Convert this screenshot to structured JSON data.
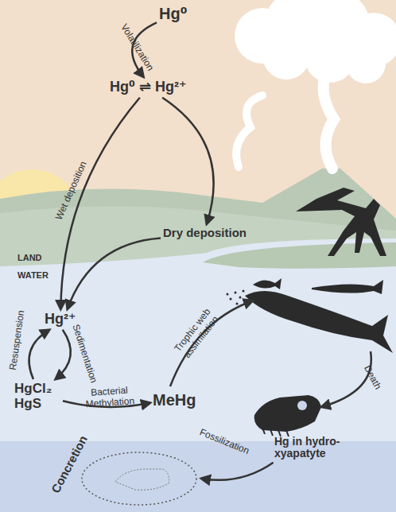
{
  "diagram": {
    "nodes": [
      {
        "text": [
          "Hg⁰"
        ]
      },
      {
        "text": [
          "Hg⁰ ⇌ Hg²⁺"
        ]
      },
      {
        "text": [
          "Dry deposition"
        ]
      },
      {
        "text": [
          "Hg²⁺"
        ]
      },
      {
        "text": [
          "HgCl₂ HgS"
        ]
      },
      {
        "text": [
          "MeHg"
        ]
      },
      {
        "text": [
          "Hg in hydro- xyapatyte"
        ]
      },
      {
        "text": [
          "Concretion"
        ]
      }
    ],
    "edges": [
      {
        "from": 0,
        "to": 1,
        "label": "Volatilization",
        "arrow": "to"
      },
      {
        "from": 1,
        "to": 2,
        "arrow": "to"
      },
      {
        "from": 1,
        "to": 3,
        "label": "Wet deposition",
        "arrow": "to"
      },
      {
        "from": 2,
        "to": 3,
        "arrow": "to"
      },
      {
        "from": 3,
        "to": 4,
        "label": "Sedimentation",
        "arrow": "to"
      },
      {
        "from": 4,
        "to": 3,
        "label": "Resuspension",
        "arrow": "to"
      },
      {
        "from": 4,
        "to": 5,
        "label": "Bacterial Methylation",
        "arrow": "to"
      },
      {
        "from": 6,
        "to": 7,
        "label": "Fossilization",
        "arrow": "to"
      }
    ],
    "labels": [
      "LAND",
      "WATER",
      "Trophic web assimilation",
      "Death"
    ]
  }
}
